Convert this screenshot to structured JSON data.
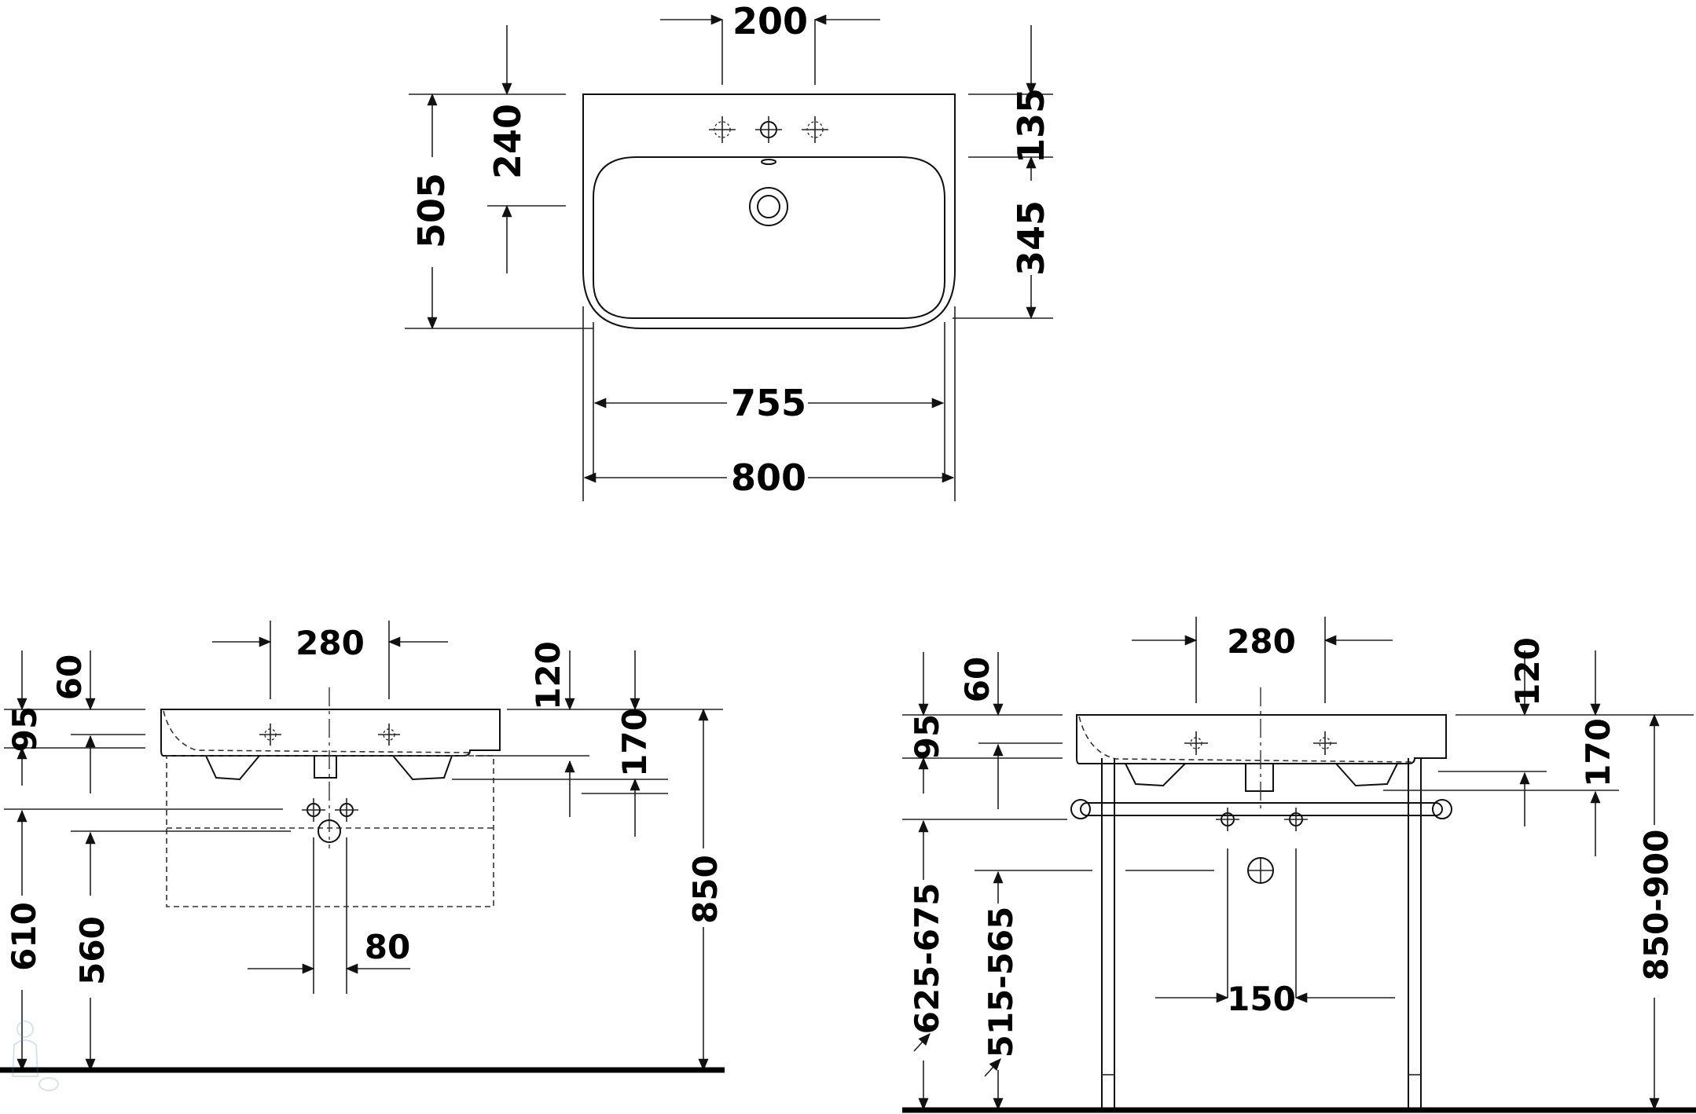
{
  "diagram": {
    "top_view": {
      "dim_tap_spacing": "200",
      "dim_tap_to_waste": "240",
      "dim_total_depth": "505",
      "dim_rear_to_bowl": "135",
      "dim_bowl_depth": "345",
      "dim_bowl_width": "755",
      "dim_total_width": "800"
    },
    "side_view_left": {
      "dim_tap_spacing": "280",
      "dim_rim_60": "60",
      "dim_rim_95": "95",
      "dim_120": "120",
      "dim_170": "170",
      "dim_610": "610",
      "dim_560": "560",
      "dim_80": "80",
      "dim_850": "850"
    },
    "side_view_right": {
      "dim_tap_spacing": "280",
      "dim_rim_60": "60",
      "dim_rim_95": "95",
      "dim_120": "120",
      "dim_170": "170",
      "dim_range_625_675": "625-675",
      "dim_range_515_565": "515-565",
      "dim_150": "150",
      "dim_range_850_900": "850-900"
    },
    "colors": {
      "line": "#111111",
      "background": "#ffffff"
    }
  }
}
